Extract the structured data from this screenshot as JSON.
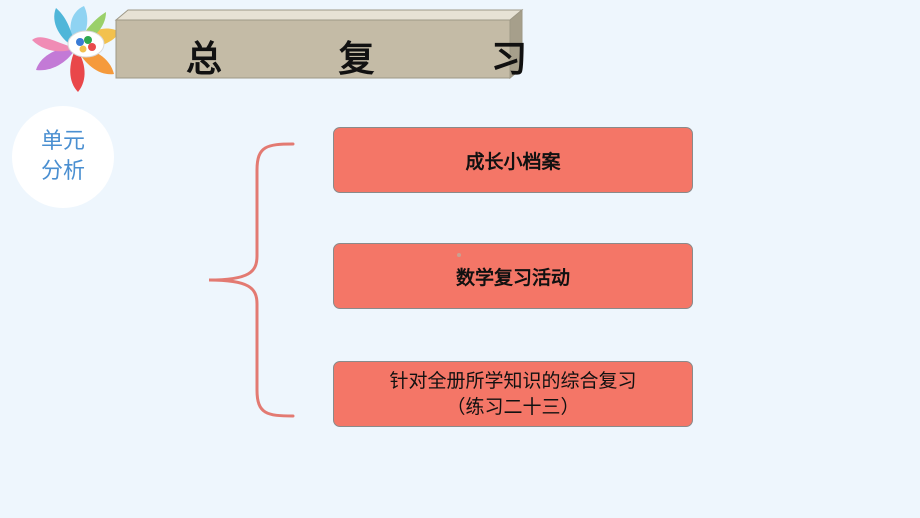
{
  "header": {
    "title": "总 复 习",
    "logo_icon": "colorful-leaf-flower-icon",
    "bar_color": "#c4bba6"
  },
  "badge": {
    "line1": "单元",
    "line2": "分析"
  },
  "items": [
    {
      "label": "成长小档案"
    },
    {
      "label": "数学复习活动"
    },
    {
      "line1": "针对全册所学知识的综合复习",
      "line2": "（练习二十三）"
    }
  ],
  "colors": {
    "box_fill": "#f47667",
    "brace": "#e37a72",
    "badge_text": "#4a8fd1"
  }
}
